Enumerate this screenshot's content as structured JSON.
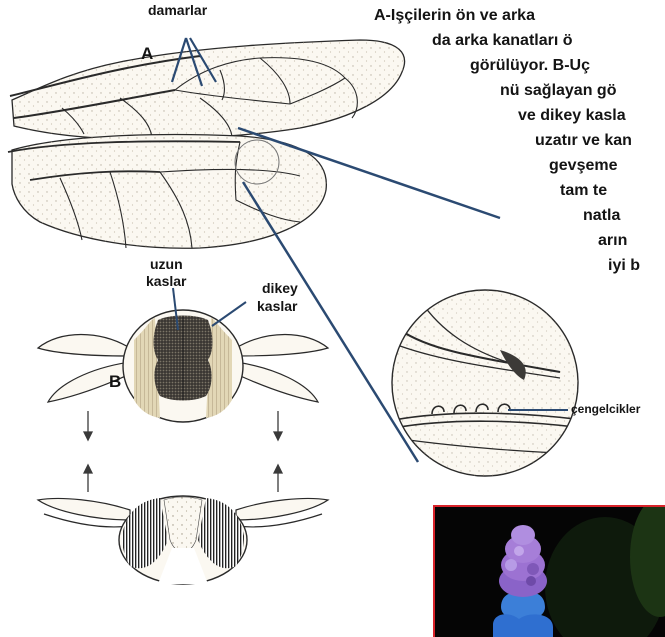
{
  "caption": {
    "lines": [
      "A-Işçilerin ön ve arka",
      "da arka kanatları ö",
      "görülüyor. B-Uç",
      "nü sağlayan gö",
      "ve dikey kasla",
      "uzatır ve kan",
      "gevşeme",
      "tam te",
      "natla",
      "arın",
      "iyi b"
    ]
  },
  "labels": {
    "veins": "damarlar",
    "A": "A",
    "long_muscles_1": "uzun",
    "long_muscles_2": "kaslar",
    "vertical_muscles_1": "dikey",
    "vertical_muscles_2": "kaslar",
    "B": "B",
    "hooks": "çengelcikler"
  },
  "colors": {
    "line": "#2a2a2a",
    "leader": "#2b4a72",
    "wing_fill": "#fbf8f1",
    "muscle_dark": "#2c2a27",
    "muscle_light": "#d8cba6",
    "photo_border": "#d8232a"
  }
}
